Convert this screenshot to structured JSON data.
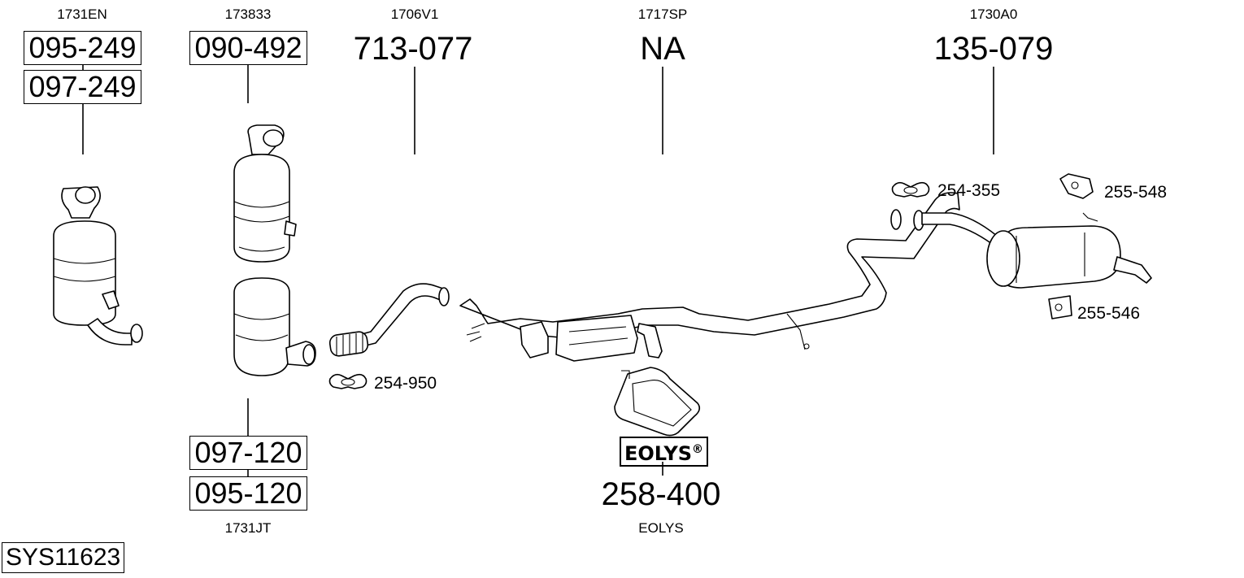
{
  "diagram": {
    "system_id": "SYS11623",
    "catalyst_a": {
      "oem": "1731EN",
      "part_numbers": [
        "095-249",
        "097-249"
      ]
    },
    "catalyst_b": {
      "oem_top": "173833",
      "part_number_top": "090-492",
      "part_numbers_bottom": [
        "097-120",
        "095-120"
      ],
      "oem_bottom": "1731JT"
    },
    "front_pipe": {
      "oem": "1706V1",
      "part_number": "713-077",
      "clamp": "254-950"
    },
    "middle_section": {
      "oem": "1717SP",
      "part_number": "NA"
    },
    "additive": {
      "logo": "EOLYS®",
      "logo_text": "EOLYS",
      "logo_mark": "®",
      "part_number": "258-400",
      "label": "EOLYS"
    },
    "rear_silencer": {
      "oem": "1730A0",
      "part_number": "135-079",
      "clamp": "254-355",
      "hanger_top": "255-548",
      "hanger_bottom": "255-546"
    }
  }
}
